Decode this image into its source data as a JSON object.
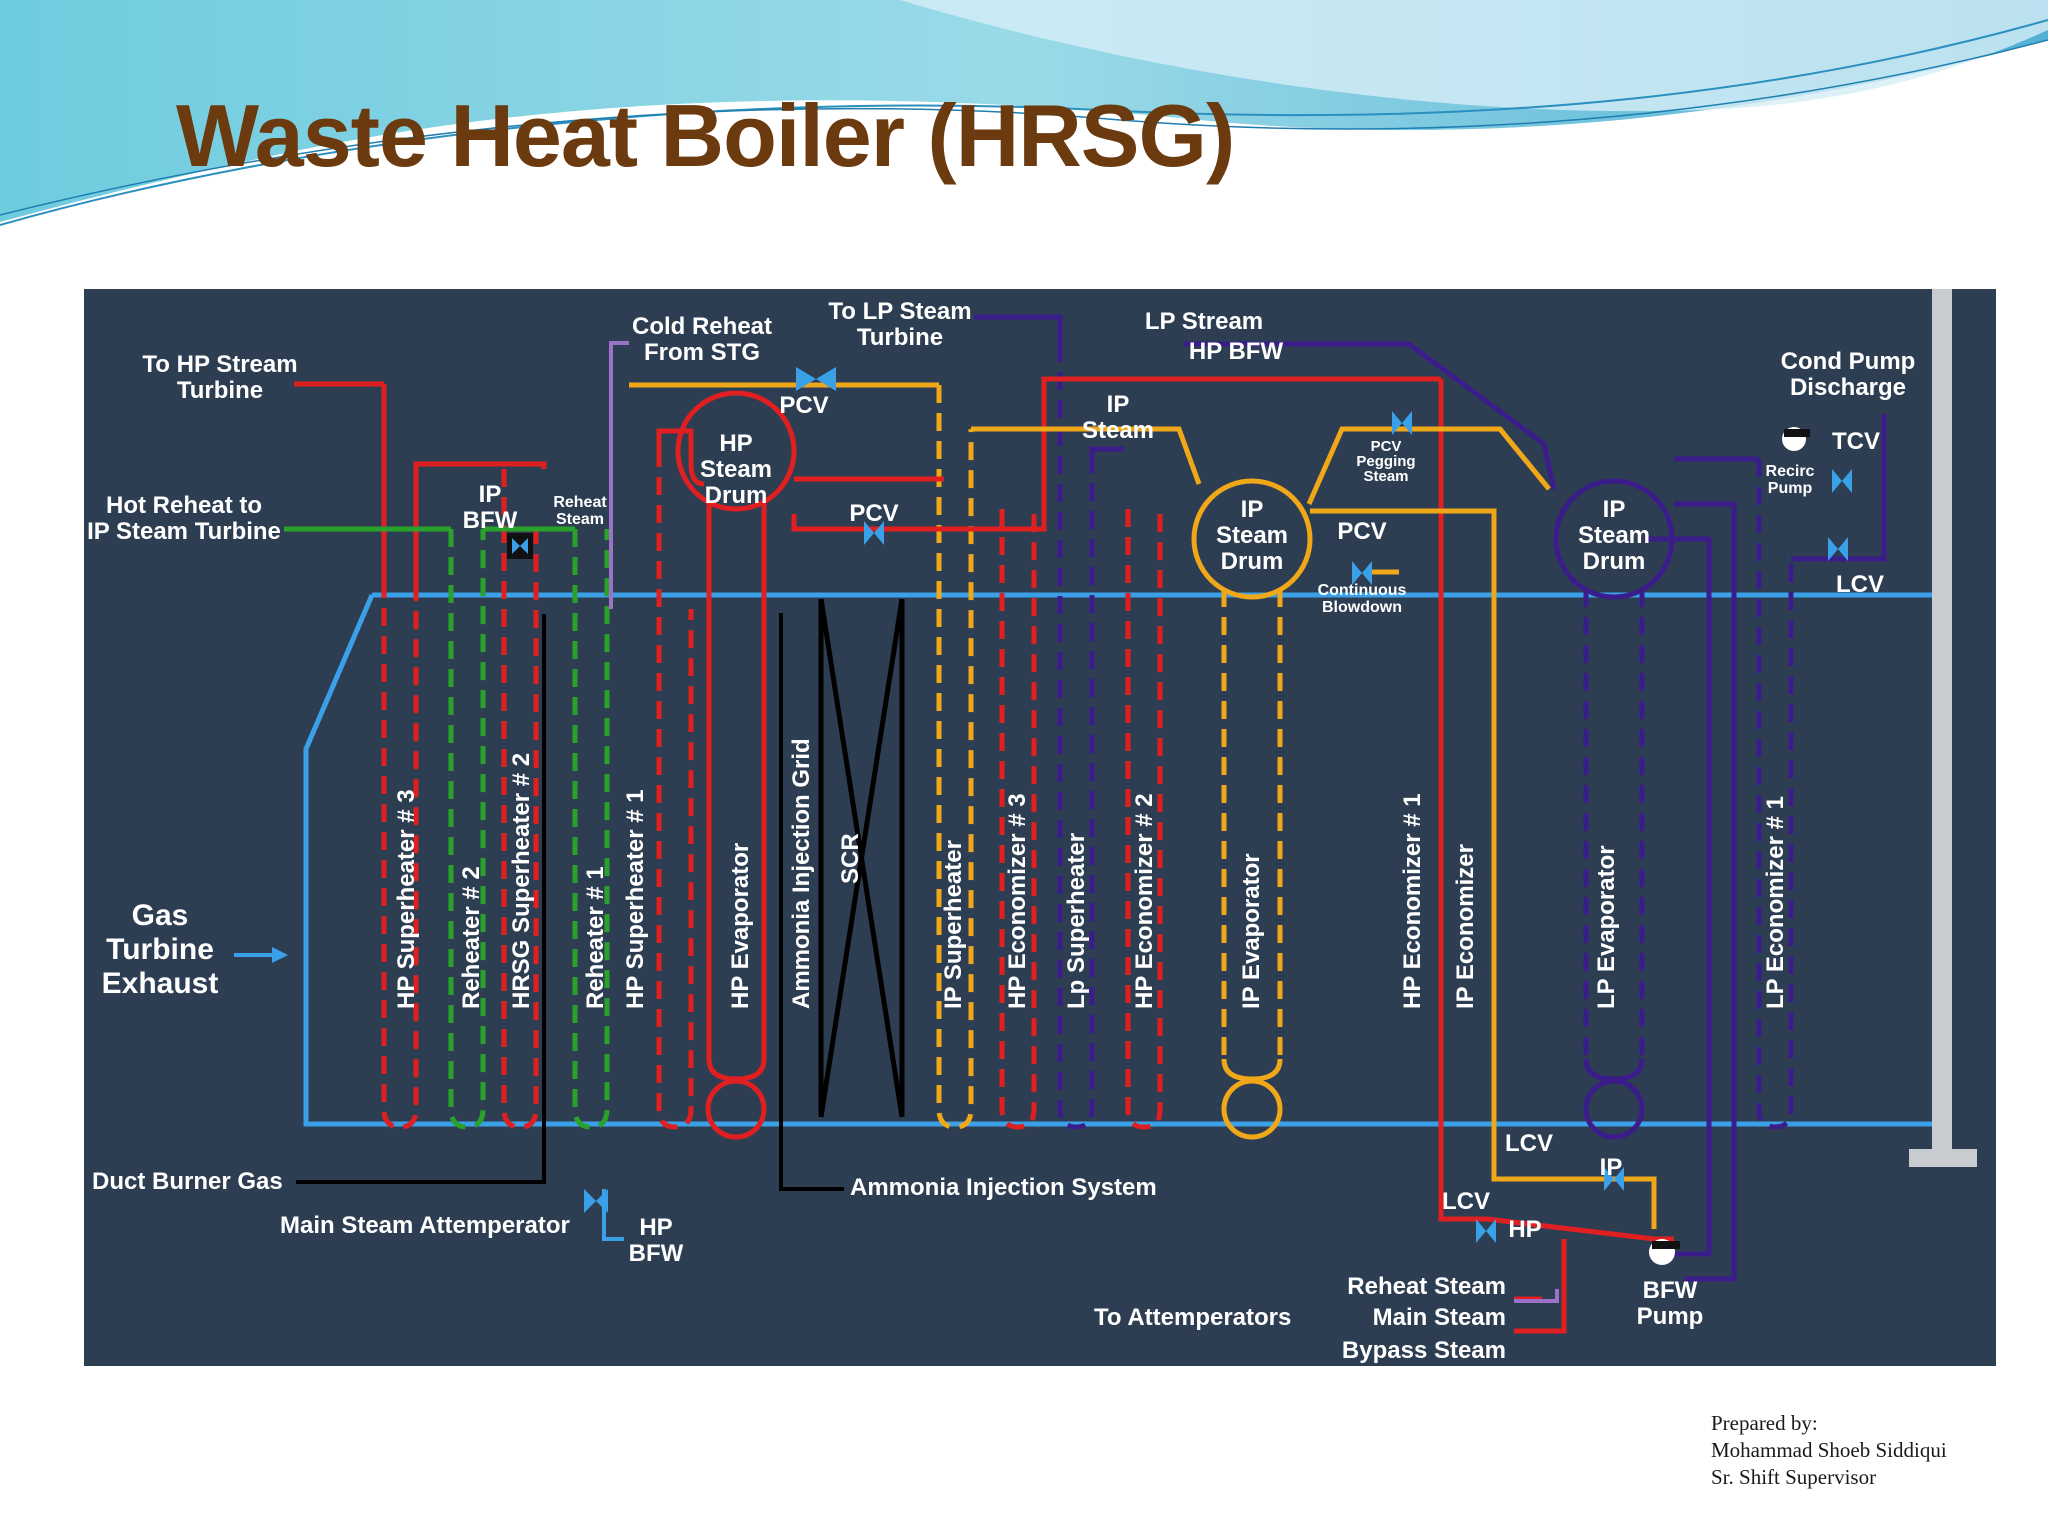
{
  "slide": {
    "title": "Waste Heat Boiler (HRSG)",
    "credit": [
      "Prepared by:",
      "Mohammad Shoeb Siddiqui",
      "Sr. Shift Supervisor"
    ]
  },
  "colors": {
    "hp": "#e02020",
    "ip": "#f0a818",
    "lp": "#3a1c8a",
    "reheat": "#2aa12a",
    "gas": "#3aa0e8",
    "background": "#2e3e52",
    "title": "#6b3a0e"
  },
  "labels": {
    "gas_turbine_exhaust": "Gas Turbine Exhaust",
    "to_hp_turbine": "To HP Stream Turbine",
    "hot_reheat": "Hot Reheat to IP Steam Turbine",
    "cold_reheat": "Cold Reheat From STG",
    "to_lp_turbine": "To LP Steam Turbine",
    "lp_stream": "LP Stream",
    "hp_bfw_top": "HP BFW",
    "ip_steam": "IP Steam",
    "cond_pump_discharge": "Cond Pump Discharge",
    "pcv": "PCV",
    "pcv_pegging": "PCV Pegging Steam",
    "tcv": "TCV",
    "recirc_pump": "Recirc Pump",
    "lcv": "LCV",
    "ip_bfw": "IP BFW",
    "reheat_steam_small": "Reheat Steam",
    "hp_drum": "HP Steam Drum",
    "ip_drum": "IP Steam Drum",
    "lp_drum": "IP Steam Drum",
    "continuous_blowdown": "Continuous Blowdown",
    "duct_burner_gas": "Duct Burner Gas",
    "main_steam_attemperator": "Main Steam Attemperator",
    "hp_bfw_bottom": "HP BFW",
    "ammonia_injection_system": "Ammonia Injection System",
    "to_attemperators": "To Attemperators",
    "reheat_steam": "Reheat Steam",
    "main_steam": "Main Steam",
    "bypass_steam": "Bypass Steam",
    "bfw_pump": "BFW Pump",
    "ip": "IP",
    "hp": "HP"
  },
  "sections": [
    "HP Superheater # 3",
    "Reheater # 2",
    "HRSG Superheater # 2",
    "Reheater # 1",
    "HP Superheater # 1",
    "HP Evaporator",
    "Ammonia Injection Grid",
    "SCR",
    "IP Superheater",
    "HP Economizer # 3",
    "Lp Superheater",
    "HP Economizer # 2",
    "IP Evaporator",
    "HP Economizer # 1",
    "IP Economizer",
    "LP Evaporator",
    "LP Economizer # 1"
  ]
}
